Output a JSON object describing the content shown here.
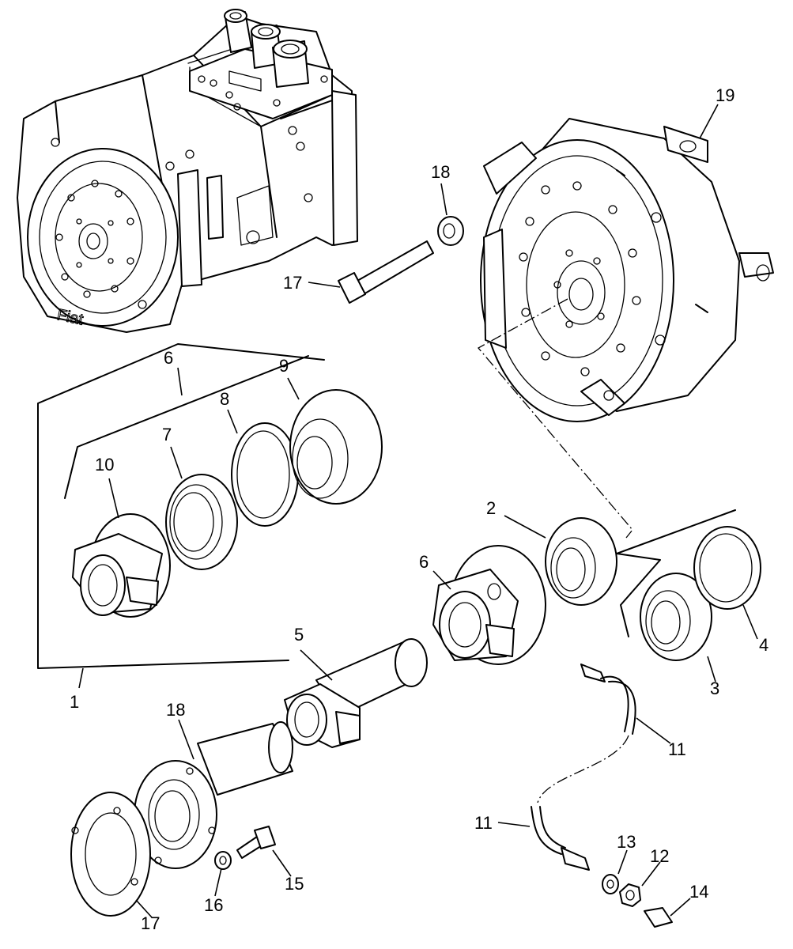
{
  "diagram": {
    "callouts": {
      "c1": "1",
      "c2": "2",
      "c3": "3",
      "c4": "4",
      "c5": "5",
      "c6a": "6",
      "c6b": "6",
      "c7": "7",
      "c8": "8",
      "c9": "9",
      "c10": "10",
      "c11a": "11",
      "c11b": "11",
      "c12": "12",
      "c13": "13",
      "c14": "14",
      "c15": "15",
      "c16": "16",
      "c17a": "17",
      "c17b": "17",
      "c18a": "18",
      "c18b": "18",
      "c19": "19"
    },
    "watermark": "Fiat"
  }
}
